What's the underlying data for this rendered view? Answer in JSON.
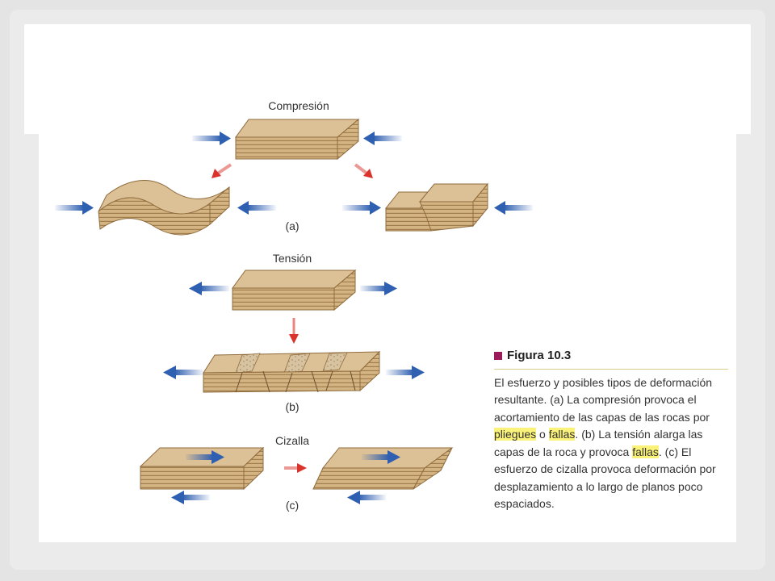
{
  "labels": {
    "compression": "Compresión",
    "a": "(a)",
    "tension": "Tensión",
    "b": "(b)",
    "shear": "Cizalla",
    "c": "(c)"
  },
  "caption": {
    "figure": "Figura 10.3",
    "t1": "El esfuerzo y posibles tipos de deformación resultante. (a) La compresión provoca el acortamiento de las capas de las rocas por ",
    "h1": "pliegues",
    "t2": " o ",
    "h2": "fallas",
    "t3": ". (b) La tensión alarga las capas de la roca y provoca ",
    "h3": "fallas",
    "t4": ". (c) El esfuerzo de cizalla provoca deformación por desplazamiento a lo largo de planos poco espaciados."
  },
  "colors": {
    "blue_arrow": "#2f5fb0",
    "red_arrow": "#d9332b",
    "rock_top": "#dcc096",
    "rock_side": "#c9a673",
    "highlight": "#fbf27a",
    "figure_square": "#9b1b5a"
  }
}
